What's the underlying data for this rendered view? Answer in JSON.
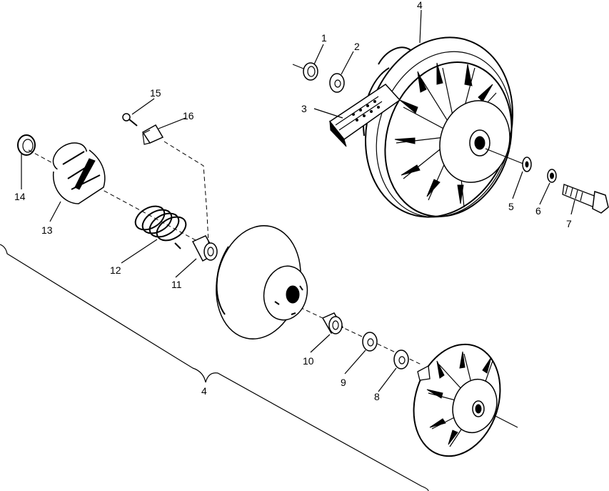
{
  "diagram": {
    "callouts": [
      {
        "id": "c1",
        "label": "1"
      },
      {
        "id": "c2",
        "label": "2"
      },
      {
        "id": "c3",
        "label": "3"
      },
      {
        "id": "c4a",
        "label": "4"
      },
      {
        "id": "c5",
        "label": "5"
      },
      {
        "id": "c6",
        "label": "6"
      },
      {
        "id": "c7",
        "label": "7"
      },
      {
        "id": "c8",
        "label": "8"
      },
      {
        "id": "c9",
        "label": "9"
      },
      {
        "id": "c10",
        "label": "10"
      },
      {
        "id": "c11",
        "label": "11"
      },
      {
        "id": "c12",
        "label": "12"
      },
      {
        "id": "c13",
        "label": "13"
      },
      {
        "id": "c14",
        "label": "14"
      },
      {
        "id": "c15",
        "label": "15"
      },
      {
        "id": "c16",
        "label": "16"
      },
      {
        "id": "c4b",
        "label": "4"
      }
    ]
  }
}
